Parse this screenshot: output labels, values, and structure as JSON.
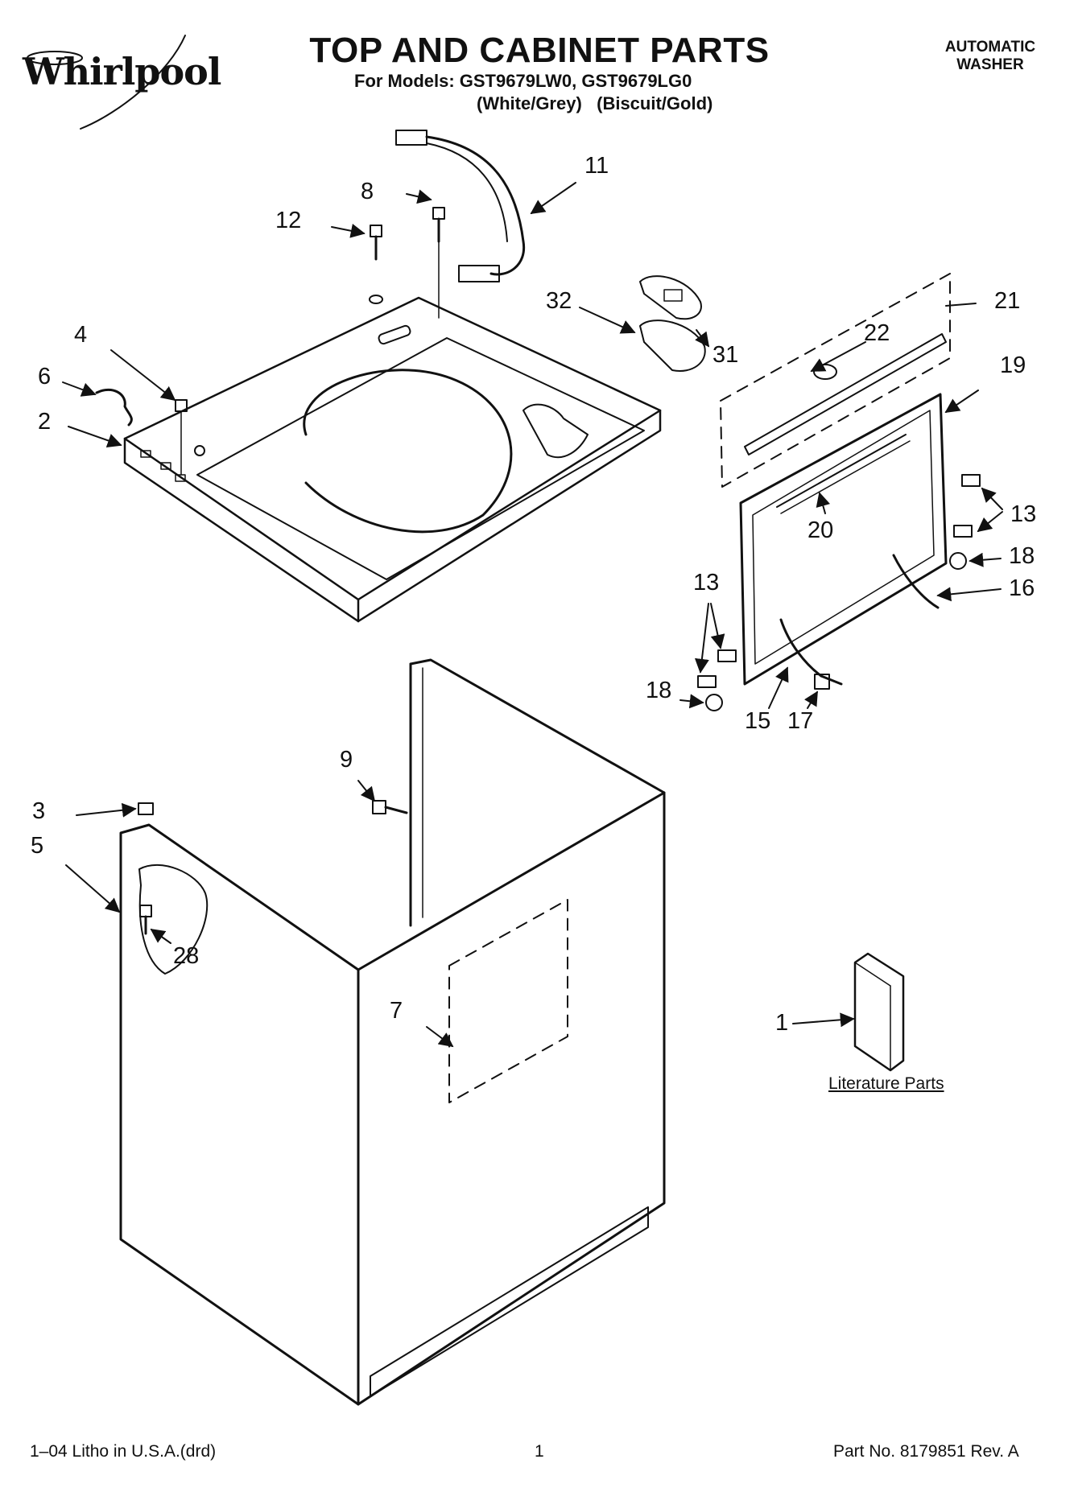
{
  "header": {
    "brand": "Whirlpool",
    "title": "TOP AND CABINET PARTS",
    "models_line": "For Models: GST9679LW0, GST9679LG0",
    "colors_line": "(White/Grey)   (Biscuit/Gold)",
    "product_line1": "AUTOMATIC",
    "product_line2": "WASHER"
  },
  "callouts": {
    "c1": "1",
    "c2": "2",
    "c3": "3",
    "c4": "4",
    "c5": "5",
    "c6": "6",
    "c7": "7",
    "c8": "8",
    "c9": "9",
    "c11": "11",
    "c12": "12",
    "c13a": "13",
    "c13b": "13",
    "c15": "15",
    "c16": "16",
    "c17": "17",
    "c18a": "18",
    "c18b": "18",
    "c19": "19",
    "c20": "20",
    "c21": "21",
    "c22": "22",
    "c28": "28",
    "c31": "31",
    "c32": "32"
  },
  "literature_label": "Literature Parts",
  "footer": {
    "left": "1–04 Litho in U.S.A.(drd)",
    "center": "1",
    "right": "Part No. 8179851 Rev. A"
  }
}
